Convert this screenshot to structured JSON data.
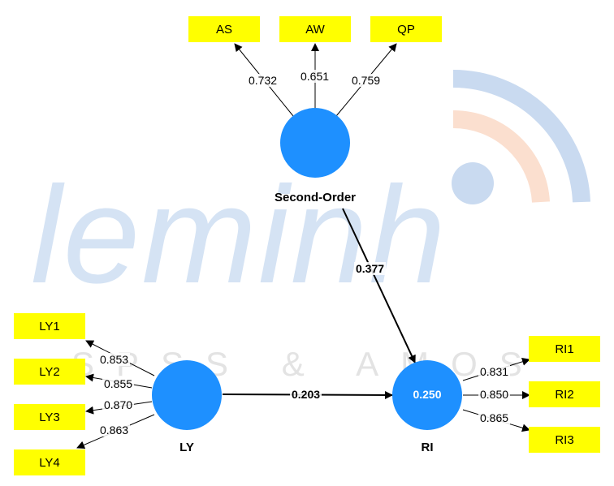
{
  "watermark": {
    "word": "leminh",
    "subtitle": "SPSS & AMOS",
    "colors": {
      "word": "#d5e3f4",
      "arc_outer": "#c9daf0",
      "arc_inner": "#fbdfcf",
      "dot": "#c9daf0"
    }
  },
  "colors": {
    "construct": "#1e90ff",
    "indicator": "#ffff00",
    "arrow": "#000000"
  },
  "constructs": {
    "second_order": {
      "name": "Second-Order"
    },
    "ly": {
      "name": "LY"
    },
    "ri": {
      "name": "RI",
      "r_squared": "0.250"
    }
  },
  "indicators": {
    "second_order": [
      {
        "name": "AS",
        "loading": "0.732"
      },
      {
        "name": "AW",
        "loading": "0.651"
      },
      {
        "name": "QP",
        "loading": "0.759"
      }
    ],
    "ly": [
      {
        "name": "LY1",
        "loading": "0.853"
      },
      {
        "name": "LY2",
        "loading": "0.855"
      },
      {
        "name": "LY3",
        "loading": "0.870"
      },
      {
        "name": "LY4",
        "loading": "0.863"
      }
    ],
    "ri": [
      {
        "name": "RI1",
        "loading": "0.831"
      },
      {
        "name": "RI2",
        "loading": "0.850"
      },
      {
        "name": "RI3",
        "loading": "0.865"
      }
    ]
  },
  "paths": [
    {
      "from": "Second-Order",
      "to": "RI",
      "coefficient": "0.377"
    },
    {
      "from": "LY",
      "to": "RI",
      "coefficient": "0.203"
    }
  ]
}
